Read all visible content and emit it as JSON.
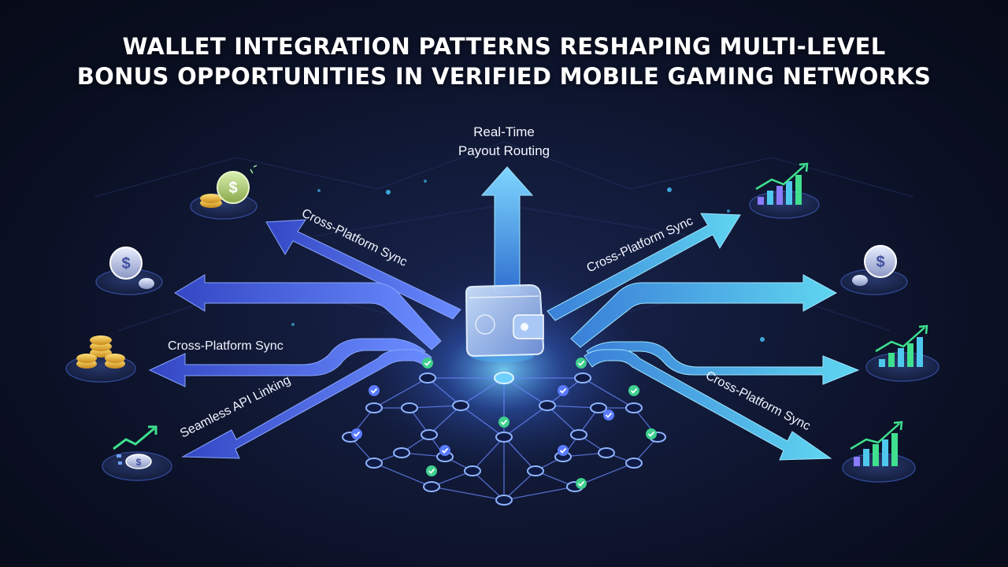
{
  "title": {
    "line1": "WALLET INTEGRATION PATTERNS RESHAPING MULTI-LEVEL",
    "line2": "BONUS OPPORTUNITIES IN VERIFIED MOBILE GAMING NETWORKS"
  },
  "labels": {
    "top_line1": "Real-Time",
    "top_line2": "Payout Routing",
    "sync_upper_left": "Cross-Platform Sync",
    "sync_left": "Cross-Platform Sync",
    "api_left": "Seamless API Linking",
    "sync_upper_right": "Cross-Platform Sync",
    "sync_lower_right": "Cross-Platform Sync"
  },
  "icons": {
    "center": "wallet-icon",
    "left": [
      "coin-stack-icon",
      "silver-coin-icon",
      "gold-coins-icon",
      "growth-chart-coin-icon"
    ],
    "right": [
      "bar-chart-icon",
      "silver-coin-icon",
      "bar-chart-icon",
      "bar-chart-icon"
    ]
  },
  "colors": {
    "background": "#0b1020",
    "arrow_blue": "#3d5bd9",
    "arrow_cyan": "#4fc8ee",
    "node": "#8fb4ff",
    "check": "#3fcf8e"
  }
}
